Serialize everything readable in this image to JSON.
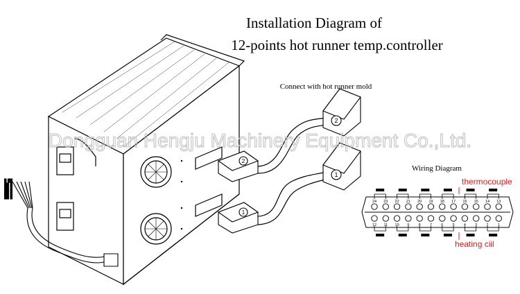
{
  "title": {
    "line1": "Installation Diagram of",
    "line2": "12-points hot runner temp.controller"
  },
  "watermark": "Dongguan Hengju Machinery Equipment Co.,Ltd.",
  "labels": {
    "connect": "Connect with hot runner mold",
    "wiring_diagram": "Wiring Diagram",
    "thermocouple": "thermocouple",
    "heating": "heating ciil"
  },
  "plug_numbers": [
    "2",
    "1",
    "2",
    "1"
  ],
  "terminal_top_numbers": [
    "24",
    "23",
    "22",
    "21",
    "20",
    "19",
    "18",
    "17",
    "16",
    "15",
    "14",
    "13"
  ],
  "terminal_bottom_numbers": [
    "12",
    "11",
    "10",
    "9",
    "8",
    "7",
    "6",
    "5",
    "4",
    "3",
    "2",
    "1"
  ],
  "colors": {
    "line": "#000000",
    "accent_red": "#e02020",
    "watermark": "#c8c8c8"
  }
}
